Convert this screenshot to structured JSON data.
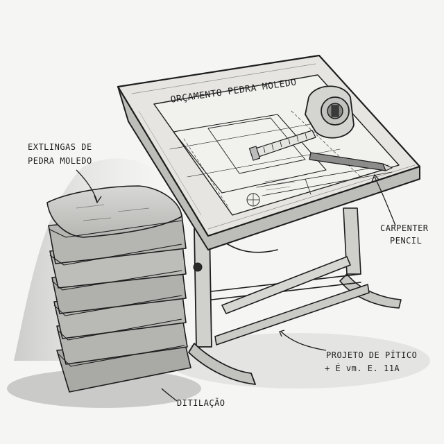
{
  "labels": {
    "board_title": "ORÇAMENTO PEDRA MOLEDO",
    "stone_label_line1": "EXTLINGAS DE",
    "stone_label_line2": "PEDRA MOLEDO",
    "pencil_label_line1": "CARPENTER",
    "pencil_label_line2": "PENCIL",
    "project_label_line1": "PROJETO DE PÍTICO",
    "project_label_line2": "+ É vm. E. 11A",
    "base_label": "DITILAÇÃO"
  },
  "icons": [
    "tape-measure-icon",
    "carpenter-pencil-icon",
    "stone-stack-icon",
    "drafting-table-icon"
  ],
  "colors": {
    "ink": "#1d1d1d",
    "paper": "#f5f5f3",
    "shadow": "#9a9a9a"
  }
}
